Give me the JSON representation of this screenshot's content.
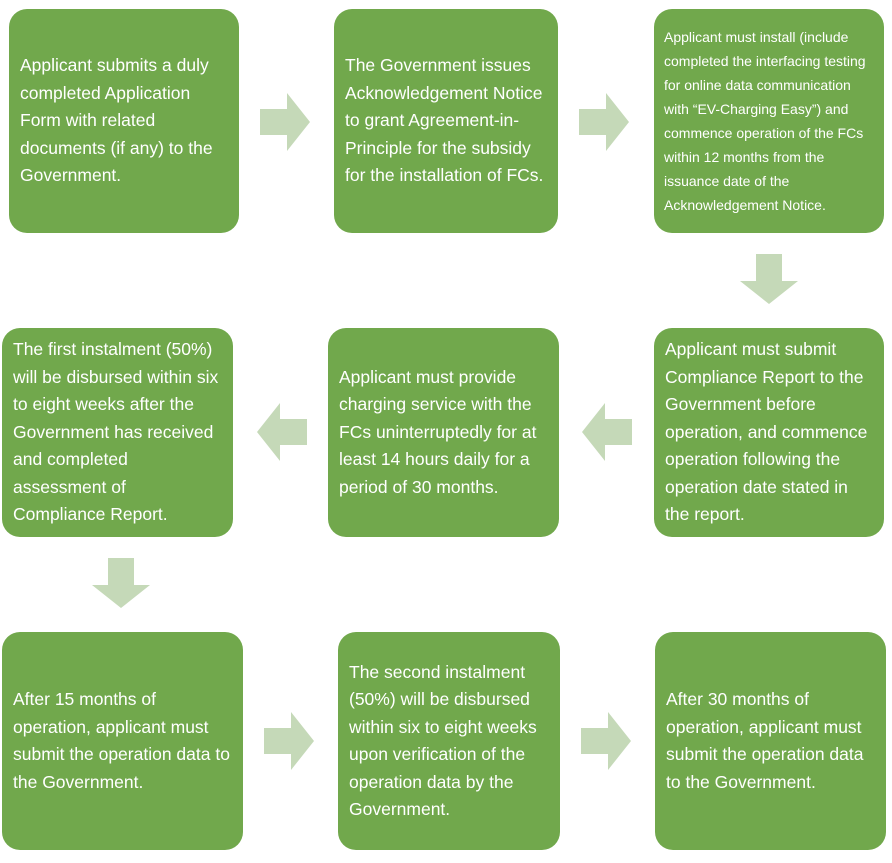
{
  "colors": {
    "box": "#71a84c",
    "arrow": "#c5d9b8",
    "text": "#ffffff"
  },
  "steps": [
    {
      "text": "Applicant submits a duly completed Application Form with related documents (if any) to the Government."
    },
    {
      "text": "The Government issues Acknowledgement Notice to grant Agreement-in-Principle for the subsidy for the installation of FCs."
    },
    {
      "text": "Applicant must install (include completed the interfacing testing for online data communication with “EV-Charging Easy”) and commence operation of the FCs within 12 months from the issuance date of the Acknowledgement Notice."
    },
    {
      "text": "Applicant must submit Compliance Report to the Government before operation, and commence operation following the operation date stated in the report."
    },
    {
      "text": "Applicant must provide charging service with the FCs uninterruptedly for at least 14 hours daily for a period of 30 months."
    },
    {
      "text": "The first instalment (50%) will be disbursed within six to eight weeks after the Government has received and completed assessment of Compliance Report."
    },
    {
      "text": "After 15 months of operation, applicant must submit the operation data to the Government."
    },
    {
      "text": "The second instalment (50%) will be disbursed within six to eight weeks upon verification of the operation data by the Government."
    },
    {
      "text": "After 30 months of operation, applicant must submit the operation data to the Government."
    }
  ],
  "arrows": [
    {
      "icon": "arrow-right-icon"
    },
    {
      "icon": "arrow-right-icon"
    },
    {
      "icon": "arrow-down-icon"
    },
    {
      "icon": "arrow-left-icon"
    },
    {
      "icon": "arrow-left-icon"
    },
    {
      "icon": "arrow-down-icon"
    },
    {
      "icon": "arrow-right-icon"
    },
    {
      "icon": "arrow-right-icon"
    }
  ]
}
